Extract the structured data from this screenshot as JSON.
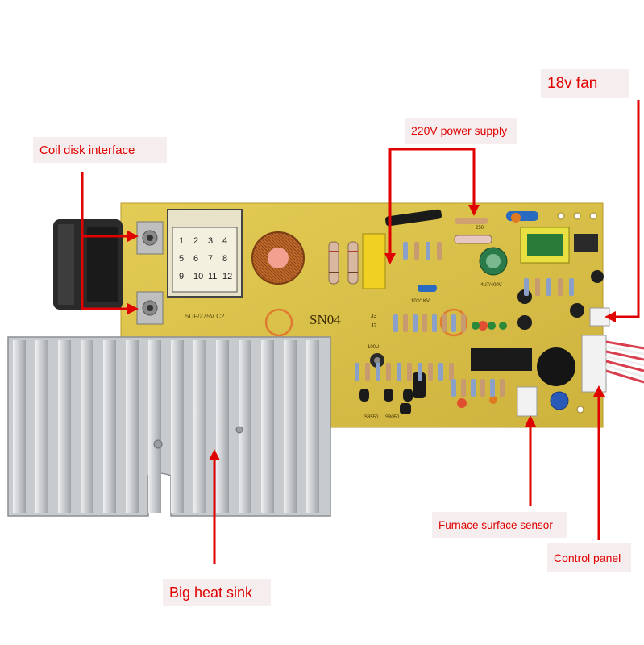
{
  "board": {
    "model": "SN04",
    "silkscreen": [
      "J3",
      "J2",
      "S8550",
      "S8050",
      "100U",
      "102/1KV",
      "4U7/400V",
      "250"
    ],
    "capacitor_marking": "5UF/275V C2",
    "relay_table": [
      "1",
      "2",
      "3",
      "4",
      "5",
      "6",
      "7",
      "8",
      "9",
      "10",
      "11",
      "12"
    ]
  },
  "annotations": {
    "coil": "Coil disk interface",
    "power": "220V power supply",
    "fan": "18v fan",
    "heatsink": "Big heat sink",
    "sensor": "Furnace surface sensor",
    "panel": "Control panel"
  },
  "colors": {
    "pcb": "#d9c24a",
    "annotation_red": "#e00000",
    "label_bg": "#f6eeee",
    "heatsink": "#c9ccd0"
  }
}
